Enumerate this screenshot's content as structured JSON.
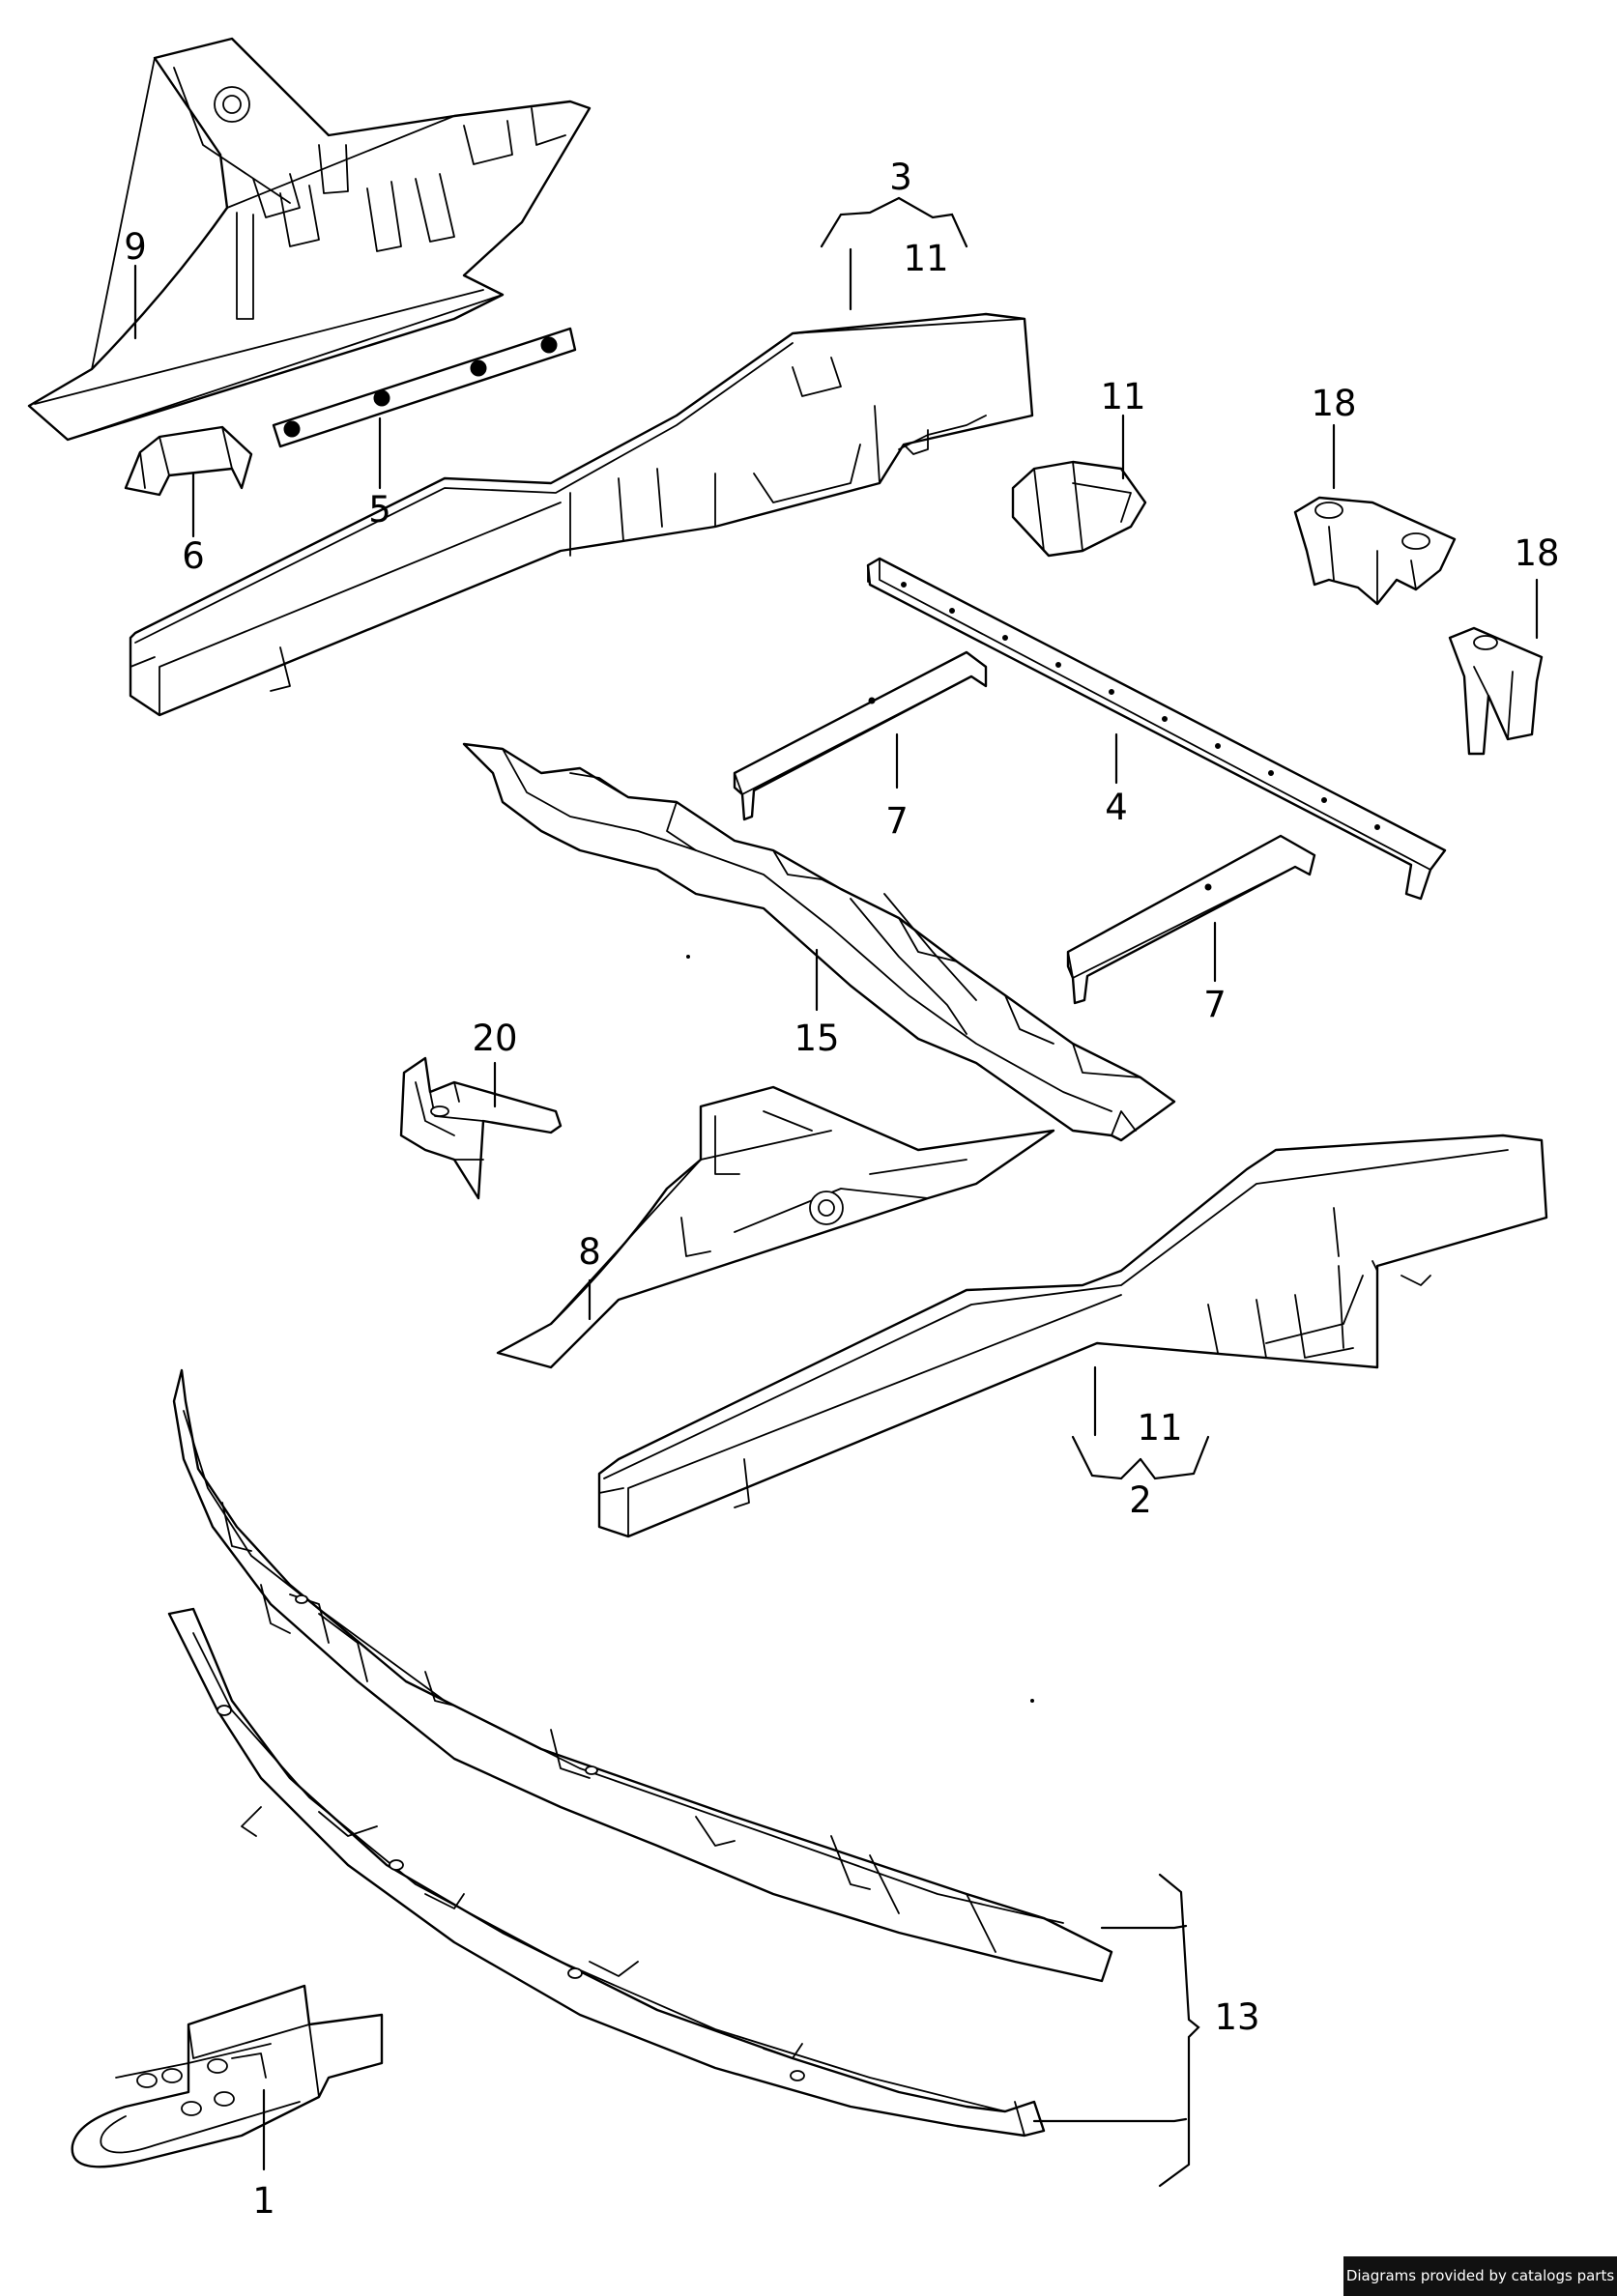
{
  "callouts": {
    "c1": "1",
    "c2": "2",
    "c3": "3",
    "c4": "4",
    "c5": "5",
    "c6": "6",
    "c7": "7",
    "c8": "8",
    "c9": "9",
    "c11": "11",
    "c13": "13",
    "c15": "15",
    "c18": "18",
    "c20": "20"
  },
  "footer": {
    "credit": "Diagrams provided by catalogs parts"
  },
  "colors": {
    "line": "#000000",
    "background": "#ffffff",
    "badge": "#111111"
  }
}
